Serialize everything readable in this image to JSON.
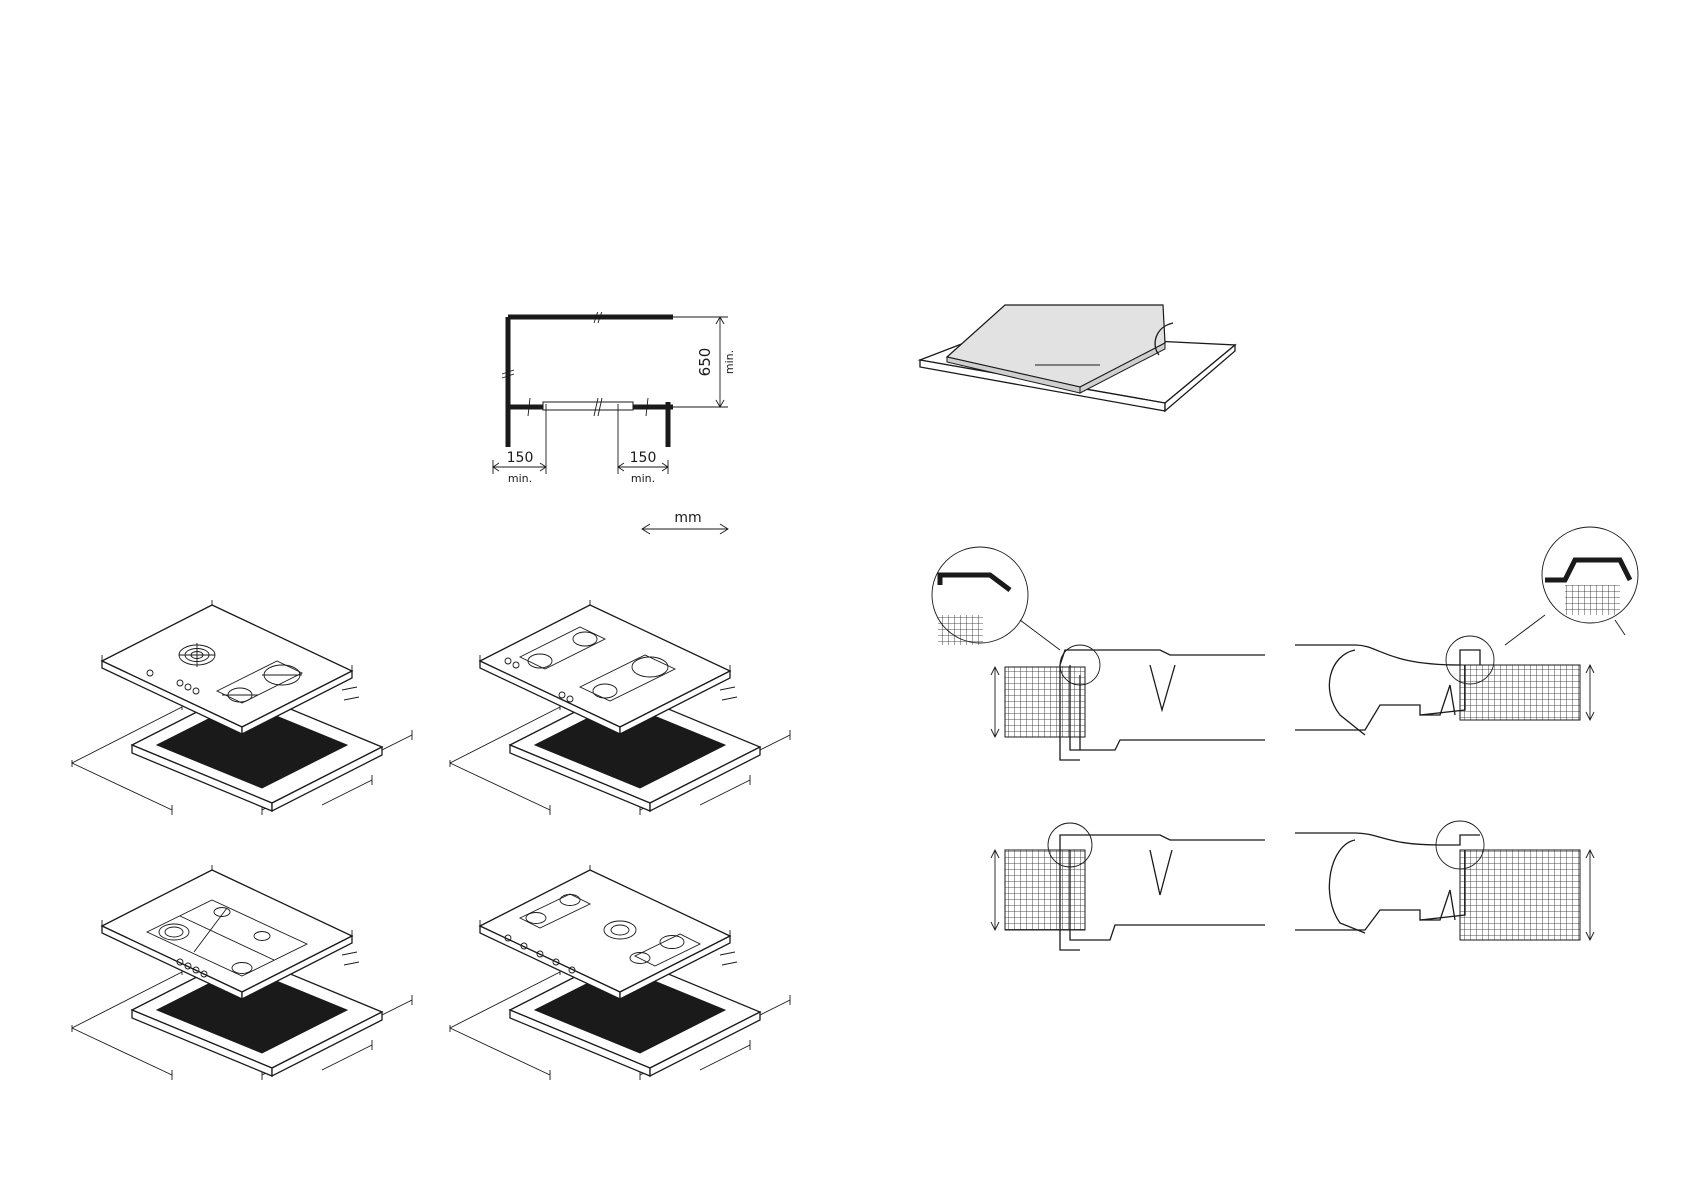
{
  "clearance_diagram": {
    "height_value": "650",
    "height_unit": "min.",
    "left_value": "150",
    "left_unit": "min.",
    "right_value": "150",
    "right_unit": "min.",
    "legend_unit": "mm"
  },
  "hob_cutout_variants": [
    {
      "id": "1",
      "burners": 3
    },
    {
      "id": "2",
      "burners": 4
    },
    {
      "id": "3",
      "burners": 4
    },
    {
      "id": "4",
      "burners": 5
    }
  ],
  "colors": {
    "line": "#1a1a1a",
    "panel_fill": "#e2e2e2",
    "paper": "#ffffff"
  },
  "icons": [
    "double-arrow-icon",
    "magnifier-circle-icon",
    "grid-hatch-pattern"
  ]
}
